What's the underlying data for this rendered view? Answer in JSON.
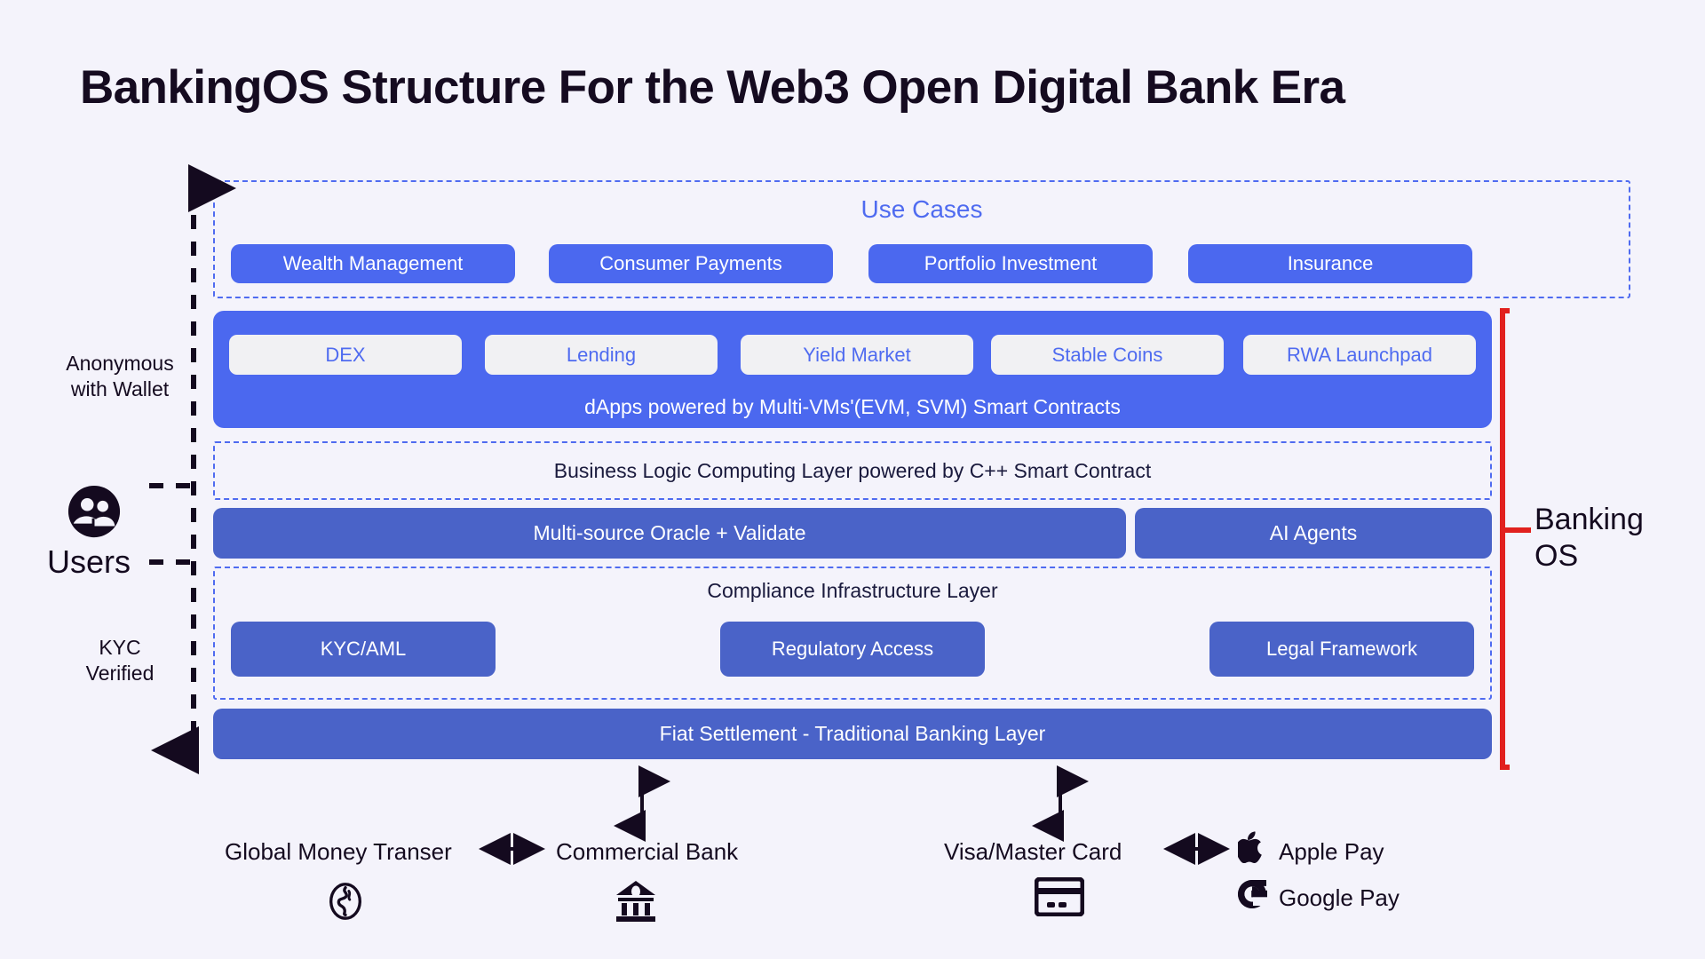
{
  "page": {
    "title": "BankingOS Structure For the Web3 Open Digital Bank Era",
    "background_color": "#f4f3fb",
    "accent_blue": "#4b68ef",
    "muted_blue": "#4a63c8",
    "bracket_red": "#e1201e",
    "ghost_pill_bg": "#f1f1f3"
  },
  "left_rail": {
    "top_label": "Anonymous\nwith Wallet",
    "bottom_label": "KYC\nVerified",
    "users_label": "Users",
    "users_icon": "users-group-icon"
  },
  "right_bracket": {
    "label": "Banking\nOS"
  },
  "layers": {
    "use_cases": {
      "caption": "Use Cases",
      "items": [
        "Wealth Management",
        "Consumer Payments",
        "Portfolio Investment",
        "Insurance"
      ]
    },
    "dapps": {
      "items": [
        "DEX",
        "Lending",
        "Yield Market",
        "Stable Coins",
        "RWA Launchpad"
      ],
      "footer": "dApps powered by Multi-VMs'(EVM, SVM) Smart Contracts"
    },
    "business_logic": {
      "caption": "Business Logic Computing Layer powered by C++ Smart Contract"
    },
    "oracle_row": {
      "items": [
        "Multi-source Oracle + Validate",
        "AI Agents"
      ]
    },
    "compliance": {
      "caption": "Compliance Infrastructure Layer",
      "items": [
        "KYC/AML",
        "Regulatory Access",
        "Legal Framework"
      ]
    },
    "settlement": {
      "caption": "Fiat Settlement - Traditional Banking Layer"
    }
  },
  "bottom": {
    "left_group": {
      "left_text": "Global Money Transer",
      "left_icon": "globe-icon",
      "right_text": "Commercial Bank",
      "right_icon": "bank-icon"
    },
    "right_group": {
      "left_text": "Visa/Master Card",
      "left_icon": "credit-card-icon",
      "items": [
        {
          "label": "Apple Pay",
          "icon": "apple-logo-icon"
        },
        {
          "label": "Google Pay",
          "icon": "google-g-icon"
        }
      ]
    }
  }
}
